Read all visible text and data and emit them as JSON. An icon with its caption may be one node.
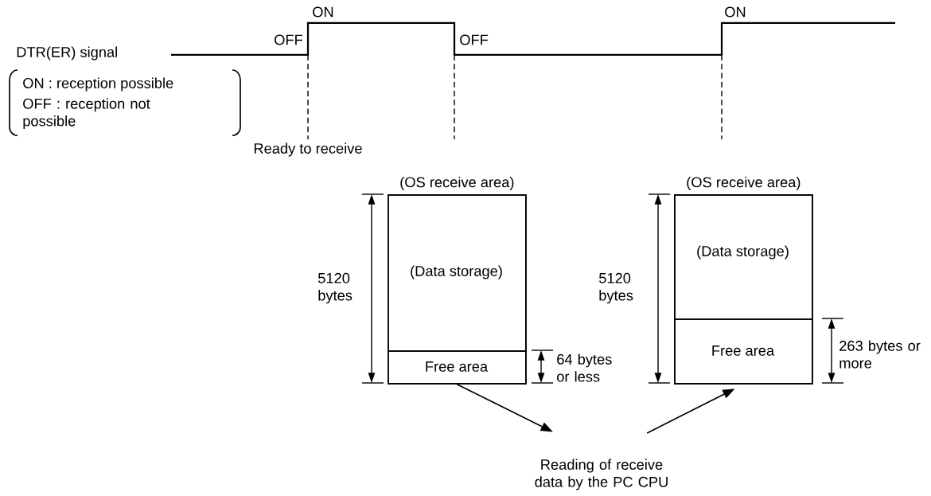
{
  "diagram": {
    "nodes": [
      {
        "text": [
          "(OS receive area)"
        ]
      },
      {
        "text": [
          "(Data storage)"
        ],
        "in": 0
      },
      {
        "text": [
          "Free area"
        ],
        "in": 0
      },
      {
        "text": [
          "(OS receive area)"
        ]
      },
      {
        "text": [
          "(Data storage)"
        ],
        "in": 3
      },
      {
        "text": [
          "Free area"
        ],
        "in": 3
      },
      {
        "text": [
          "Reading of receive data by the PC CPU"
        ]
      }
    ],
    "edges": [
      {
        "from": 2,
        "to": 6,
        "arrow": "to"
      },
      {
        "from": 6,
        "to": 5,
        "arrow": "to"
      }
    ],
    "labels": [
      "ON",
      "ON",
      "DTR(ER) signal",
      "OFF",
      "OFF",
      "ON : reception possible",
      "OFF : reception not possible",
      "Ready to receive",
      "5120 bytes",
      "64 bytes or less",
      "5120 bytes",
      "263 bytes or more"
    ]
  }
}
